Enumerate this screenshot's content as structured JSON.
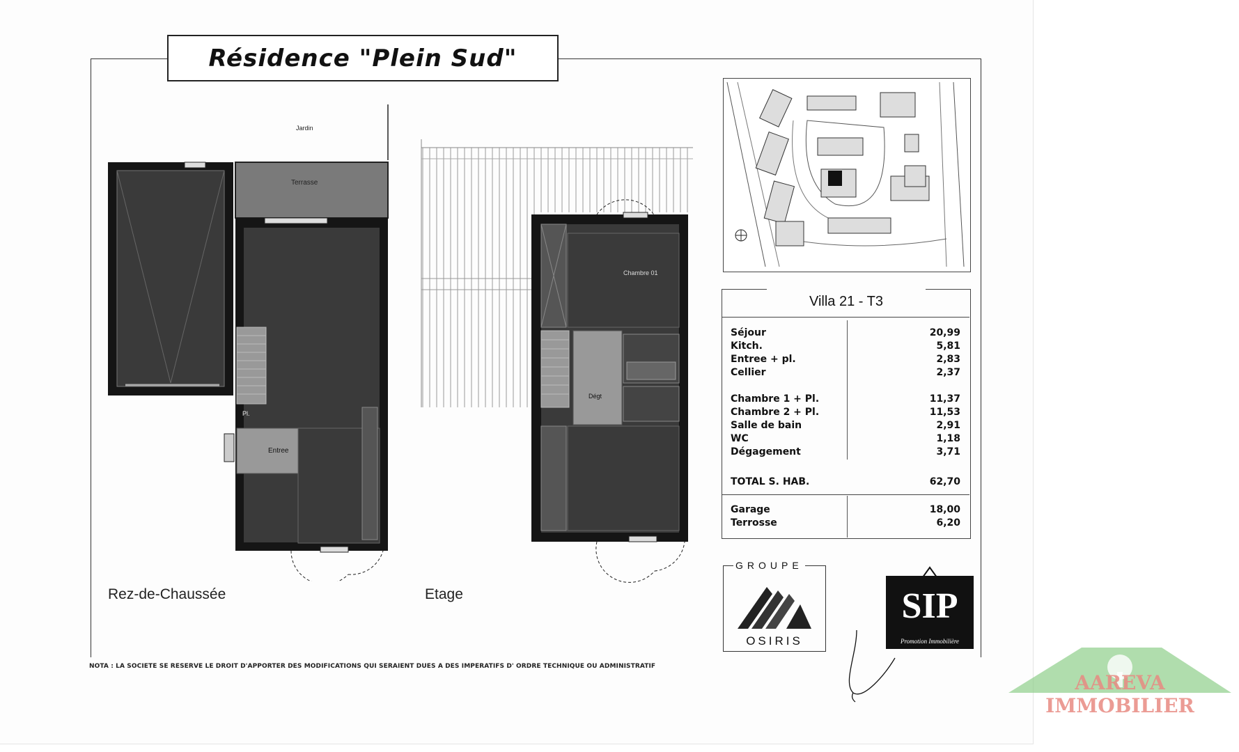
{
  "title": "Résidence \"Plein Sud\"",
  "ground_floor": {
    "label": "Rez-de-Chaussée",
    "rooms": {
      "jardin": "Jardin",
      "terrasse": "Terrasse",
      "entree": "Entree",
      "pl": "Pl."
    }
  },
  "upper_floor": {
    "label": "Etage",
    "rooms": {
      "chambre_1": "Chambre 01",
      "degt": "Dégt"
    }
  },
  "nota": "NOTA : LA SOCIETE SE RESERVE LE DROIT D'APPORTER DES MODIFICATIONS QUI SERAIENT DUES A DES IMPERATIFS D' ORDRE TECHNIQUE OU ADMINISTRATIF",
  "villa": {
    "title": "Villa 21 - T3",
    "rows": [
      {
        "label": "Séjour",
        "value": "20,99"
      },
      {
        "label": "Kitch.",
        "value": "5,81"
      },
      {
        "label": "Entree + pl.",
        "value": "2,83"
      },
      {
        "label": "Cellier",
        "value": "2,37"
      },
      {
        "label": "Chambre 1 + Pl.",
        "value": "11,37"
      },
      {
        "label": "Chambre 2 + Pl.",
        "value": "11,53"
      },
      {
        "label": "Salle de bain",
        "value": "2,91"
      },
      {
        "label": "WC",
        "value": "1,18"
      },
      {
        "label": "Dégagement",
        "value": "3,71"
      }
    ],
    "total": {
      "label": "TOTAL S. HAB.",
      "value": "62,70"
    },
    "annexes": [
      {
        "label": "Garage",
        "value": "18,00"
      },
      {
        "label": "Terrosse",
        "value": "6,20"
      }
    ]
  },
  "logos": {
    "groupe": "GROUPE",
    "osiris": "OSIRIS",
    "sip": "SIP",
    "sip_sub": "Promotion Immobilière"
  },
  "watermark": {
    "text": "AAREVA IMMOBILIER",
    "color_roof": "#8fcf8a",
    "color_text": "#e88a82"
  },
  "colors": {
    "wall": "#151515",
    "room_fill": "#3a3a3a",
    "terrace_fill": "#7a7a7a"
  }
}
